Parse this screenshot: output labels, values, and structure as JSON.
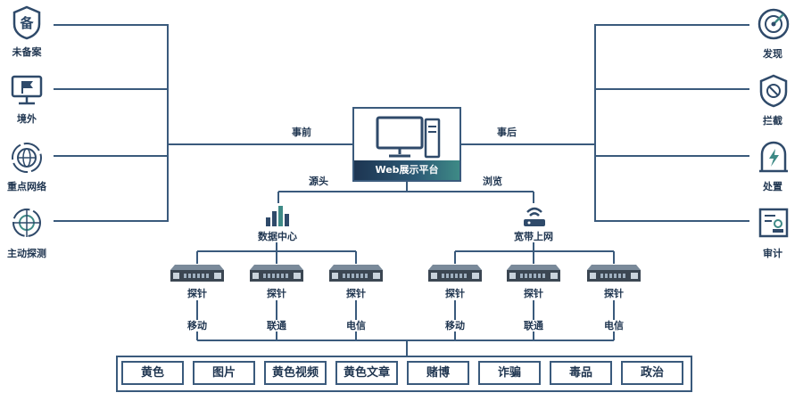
{
  "left_items": [
    {
      "label": "未备案",
      "icon": "beian-icon"
    },
    {
      "label": "境外",
      "icon": "flag-monitor-icon"
    },
    {
      "label": "重点网络",
      "icon": "globe-icon"
    },
    {
      "label": "主动探测",
      "icon": "crosshair-icon"
    }
  ],
  "right_items": [
    {
      "label": "发现",
      "icon": "radar-icon"
    },
    {
      "label": "拦截",
      "icon": "block-icon"
    },
    {
      "label": "处置",
      "icon": "lightning-icon"
    },
    {
      "label": "审计",
      "icon": "audit-icon"
    }
  ],
  "platform": {
    "label": "Web展示平台"
  },
  "edges": {
    "before": "事前",
    "after": "事后",
    "source": "源头",
    "browse": "浏览"
  },
  "hubs": {
    "datacenter": "数据中心",
    "broadband": "宽带上网"
  },
  "probes": [
    {
      "label": "探针",
      "carrier": "移动"
    },
    {
      "label": "探针",
      "carrier": "联通"
    },
    {
      "label": "探针",
      "carrier": "电信"
    },
    {
      "label": "探针",
      "carrier": "移动"
    },
    {
      "label": "探针",
      "carrier": "联通"
    },
    {
      "label": "探针",
      "carrier": "电信"
    }
  ],
  "categories": [
    "黄色",
    "图片",
    "黄色视频",
    "黄色文章",
    "赌博",
    "诈骗",
    "毒品",
    "政治"
  ],
  "colors": {
    "line": "#3a5a7c",
    "icon": "#2f4a6a",
    "accent": "#3e8a86"
  }
}
